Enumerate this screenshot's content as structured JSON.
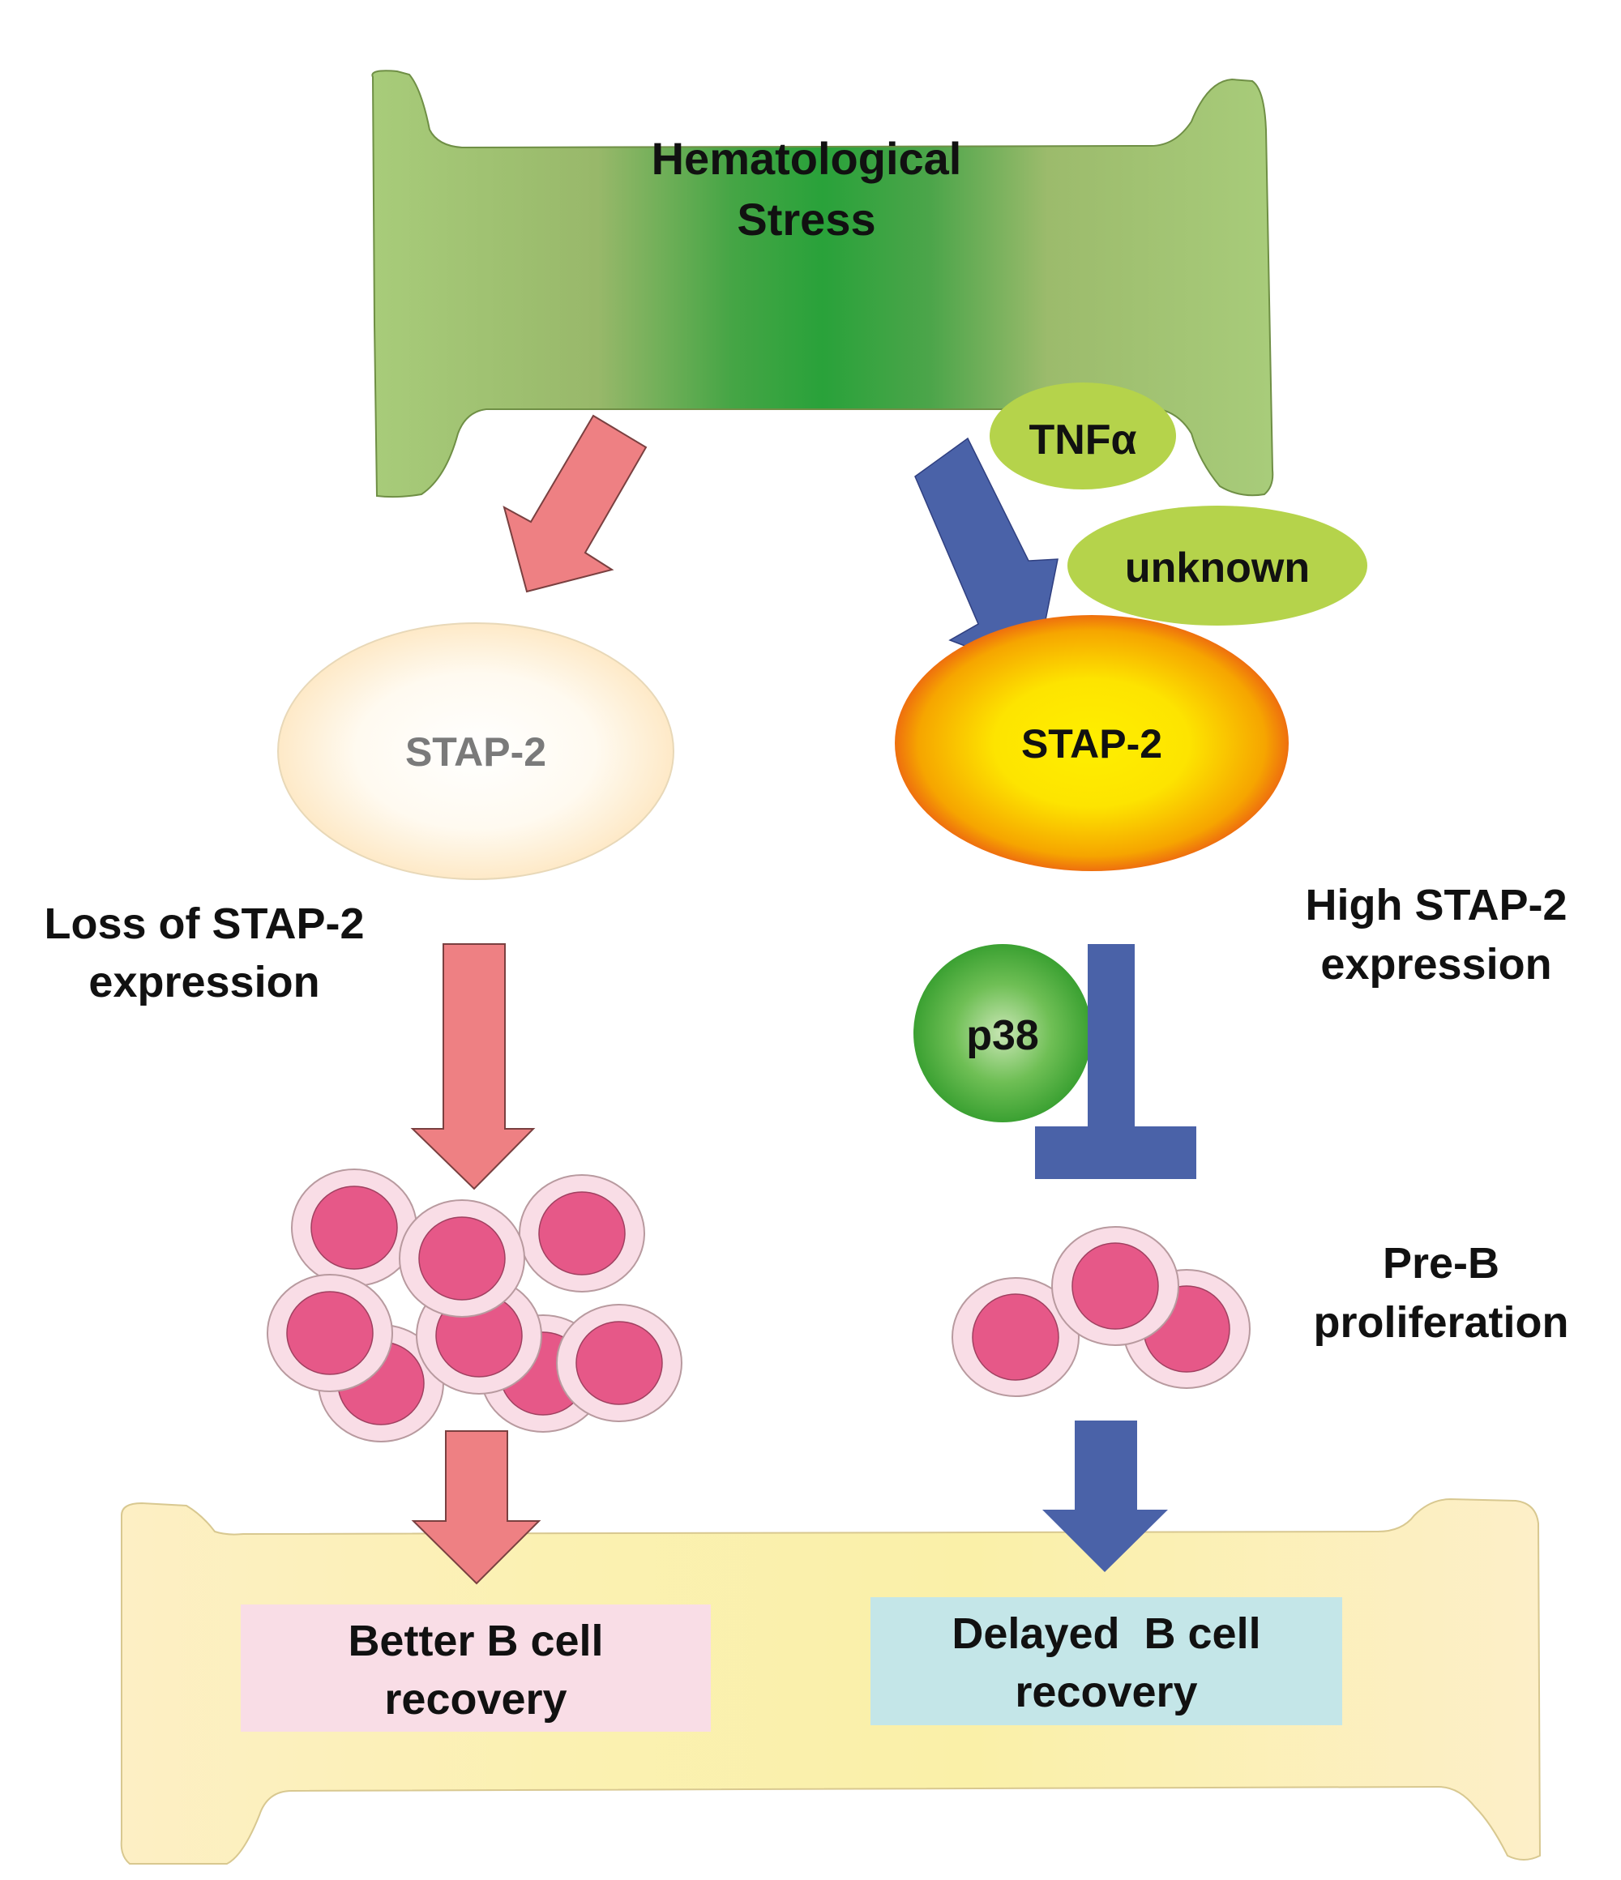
{
  "title": "STAP-2 in B cell recovery after hematological stress",
  "top_bone": {
    "label_line1": "Hematological",
    "label_line2": "Stress"
  },
  "signals": {
    "tnf": "TNFα",
    "unknown": "unknown"
  },
  "left_path": {
    "protein": "STAP-2",
    "expression_line1": "Loss of STAP-2",
    "expression_line2": "expression",
    "outcome_line1": "Better B cell",
    "outcome_line2": "recovery"
  },
  "right_path": {
    "protein": "STAP-2",
    "expression_line1": "High STAP-2",
    "expression_line2": "expression",
    "kinase": "p38",
    "proliferation_line1": "Pre-B",
    "proliferation_line2": "proliferation",
    "outcome_line1": "Delayed  B cell",
    "outcome_line2": "recovery"
  },
  "colors": {
    "red_arrow": "#ee8083",
    "blue_arrow": "#4a62a8",
    "signal_ellipse": "#b5d34b",
    "cell_outer": "#f9dde6",
    "cell_inner": "#e65888",
    "outcome_left_bg": "#f9dde6",
    "outcome_right_bg": "#c4e6e8",
    "bottom_bone": "#fbf1b4"
  }
}
